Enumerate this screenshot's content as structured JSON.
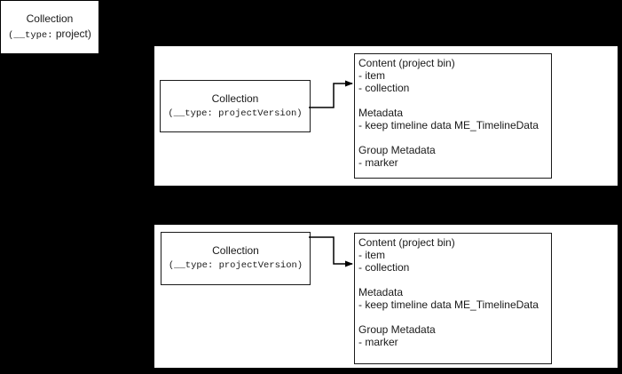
{
  "colors": {
    "background": "#000000",
    "panel_fill": "#ffffff",
    "node_fill": "#ffffff",
    "stroke": "#000000"
  },
  "project_node": {
    "title": "Collection",
    "type_prefix": "(__type:",
    "type_value": "project)"
  },
  "panels": [
    {
      "collection_node": {
        "title": "Collection",
        "type_label": "(__type: projectVersion)"
      },
      "content_node": {
        "sections": [
          {
            "heading": "Content (project bin)",
            "items": [
              "- item",
              "- collection"
            ]
          },
          {
            "heading": "Metadata",
            "items": [
              "- keep timeline data ME_TimelineData"
            ]
          },
          {
            "heading": "Group Metadata",
            "items": [
              "- marker"
            ]
          }
        ]
      }
    },
    {
      "collection_node": {
        "title": "Collection",
        "type_label": "(__type: projectVersion)"
      },
      "content_node": {
        "sections": [
          {
            "heading": "Content (project bin)",
            "items": [
              "- item",
              "- collection"
            ]
          },
          {
            "heading": "Metadata",
            "items": [
              "- keep timeline data ME_TimelineData"
            ]
          },
          {
            "heading": "Group Metadata",
            "items": [
              "- marker"
            ]
          }
        ]
      }
    }
  ]
}
